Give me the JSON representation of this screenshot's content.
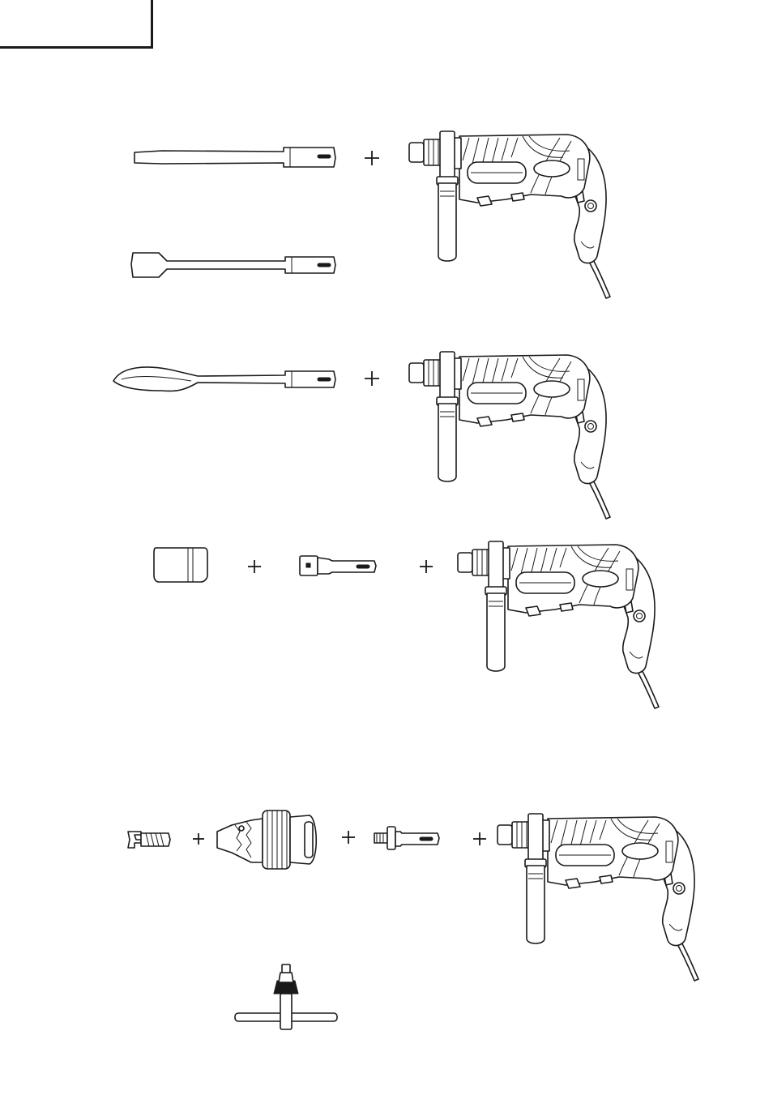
{
  "page": {
    "header_tab": "",
    "rows": [
      {
        "items": [
          "bull-point-chisel",
          "cold-chisel",
          "plus-sign",
          "rotary-hammer-drill"
        ]
      },
      {
        "items": [
          "scoop-chisel",
          "plus-sign",
          "rotary-hammer-drill"
        ]
      },
      {
        "items": [
          "bushing",
          "plus-sign",
          "taper-shank-adapter",
          "plus-sign",
          "rotary-hammer-drill"
        ]
      },
      {
        "items": [
          "chuck-adapter-screw",
          "plus-sign",
          "drill-chuck",
          "plus-sign",
          "sds-adapter",
          "plus-sign",
          "rotary-hammer-drill",
          "chuck-key"
        ]
      }
    ]
  }
}
